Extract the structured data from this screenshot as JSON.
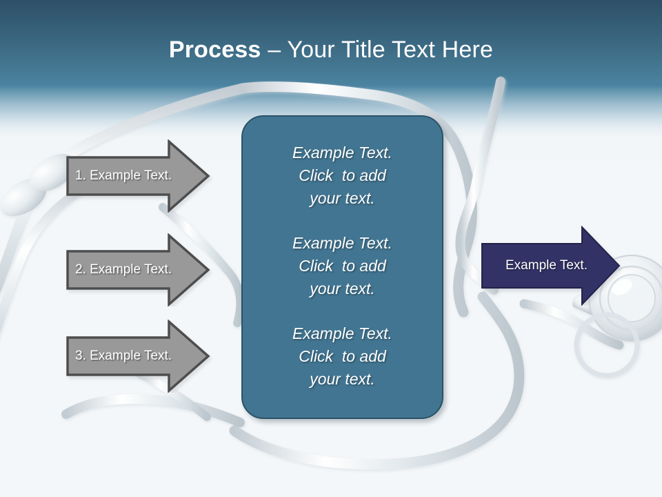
{
  "slide": {
    "background_color": "#f4f7f9",
    "header_top_color": "#2e5068",
    "header_bottom_color": "#4b83a0"
  },
  "title": {
    "bold_part": "Process",
    "rest_part": " – Your Title Text Here"
  },
  "steps": [
    {
      "label": "1. Example Text.",
      "fill": "#999999",
      "border": "#4d4d4d"
    },
    {
      "label": "2. Example Text.",
      "fill": "#999999",
      "border": "#4d4d4d"
    },
    {
      "label": "3. Example Text.",
      "fill": "#999999",
      "border": "#4d4d4d"
    }
  ],
  "center_panel": {
    "fill": "#427591",
    "border": "#2a5268",
    "blocks": [
      {
        "line1": "Example Text.",
        "line2": "Click  to add",
        "line3": "your text."
      },
      {
        "line1": "Example Text.",
        "line2": "Click  to add",
        "line3": "your text."
      },
      {
        "line1": "Example Text.",
        "line2": "Click  to add",
        "line3": "your text."
      }
    ]
  },
  "result": {
    "label": "Example Text.",
    "fill": "#333366",
    "border": "#23234a"
  },
  "decoration": {
    "stethoscope_tube_color": "#d7dee3",
    "stethoscope_highlight_color": "#ffffff",
    "name": "stethoscope-watermark"
  }
}
